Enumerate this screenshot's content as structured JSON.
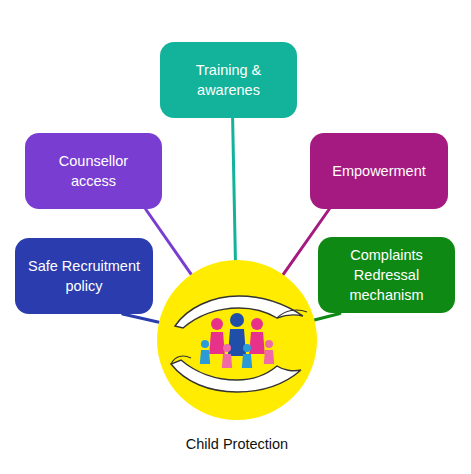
{
  "diagram": {
    "nodes": [
      {
        "text": [
          "Training & awarenes"
        ]
      },
      {
        "text": [
          "Counsellor access"
        ]
      },
      {
        "text": [
          "Empowerment"
        ]
      },
      {
        "text": [
          "Safe Recruitment policy"
        ]
      },
      {
        "text": [
          "Complaints Redressal mechanism"
        ]
      },
      {
        "text": [
          "Child Protection"
        ]
      }
    ],
    "edges": [
      {
        "from": 0,
        "to": 5,
        "arrow": "none"
      },
      {
        "from": 1,
        "to": 5,
        "arrow": "none"
      },
      {
        "from": 2,
        "to": 5,
        "arrow": "none"
      },
      {
        "from": 3,
        "to": 5,
        "arrow": "none"
      },
      {
        "from": 4,
        "to": 5,
        "arrow": "none"
      }
    ]
  }
}
